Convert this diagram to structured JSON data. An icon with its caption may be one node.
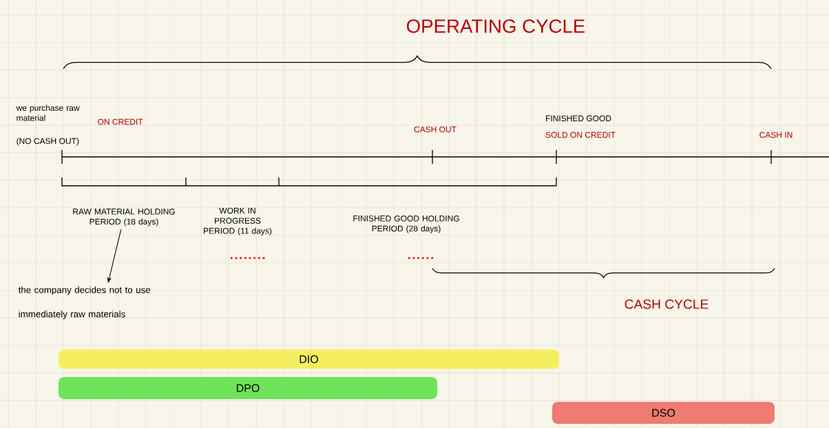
{
  "diagram": {
    "title": "OPERATING CYCLE",
    "nodes": [
      {
        "text": [
          "RAW MATERIAL HOLDING PERIOD (18 days)"
        ]
      },
      {
        "text": [
          "the company decides not to use immediately raw materials"
        ]
      },
      {
        "text": [
          "DIO"
        ]
      },
      {
        "text": [
          "DPO"
        ]
      },
      {
        "text": [
          "DSO"
        ]
      }
    ],
    "edges": [
      {
        "from": 0,
        "to": 1,
        "arrow": "to"
      }
    ],
    "labels": [
      "we purchase raw material",
      "ON CREDIT",
      "(NO CASH OUT)",
      "CASH OUT",
      "FINISHED GOOD",
      "SOLD ON CREDIT",
      "CASH IN",
      "WORK IN PROGRESS PERIOD (11 days)",
      "FINISHED GOOD HOLDING PERIOD (28 days)",
      "CASH CYCLE"
    ]
  }
}
